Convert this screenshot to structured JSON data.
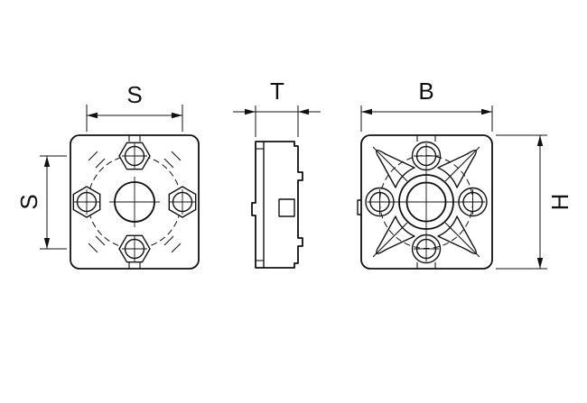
{
  "drawing": {
    "type": "technical-drawing",
    "description": "Three orthographic views of a square mounting flange with four hex nuts and center bore",
    "labels": {
      "front_top": "S",
      "front_left": "S",
      "side_top": "T",
      "back_top": "B",
      "back_right": "H"
    },
    "line_color": "#111111",
    "background_color": "#ffffff"
  }
}
